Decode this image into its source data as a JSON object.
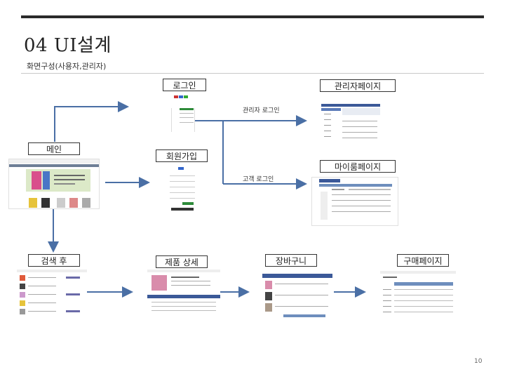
{
  "header": {
    "title": "04 UI설계",
    "subtitle": "화면구성(사용자,관리자)"
  },
  "screens": {
    "login": "로그인",
    "admin_page": "관리자페이지",
    "main": "메인",
    "signup": "회원가입",
    "mypage": "마이룸페이지",
    "search_result": "검색 후",
    "product_detail": "제품 상세",
    "cart": "장바구니",
    "purchase": "구매페이지"
  },
  "flows": {
    "admin_login": "관리자 로그인",
    "customer_login": "고객 로그인"
  },
  "footer": {
    "page_number": "10"
  },
  "colors": {
    "arrow": "#4a6fa5",
    "header_blue": "#3b5998",
    "green": "#2e8b3a"
  }
}
